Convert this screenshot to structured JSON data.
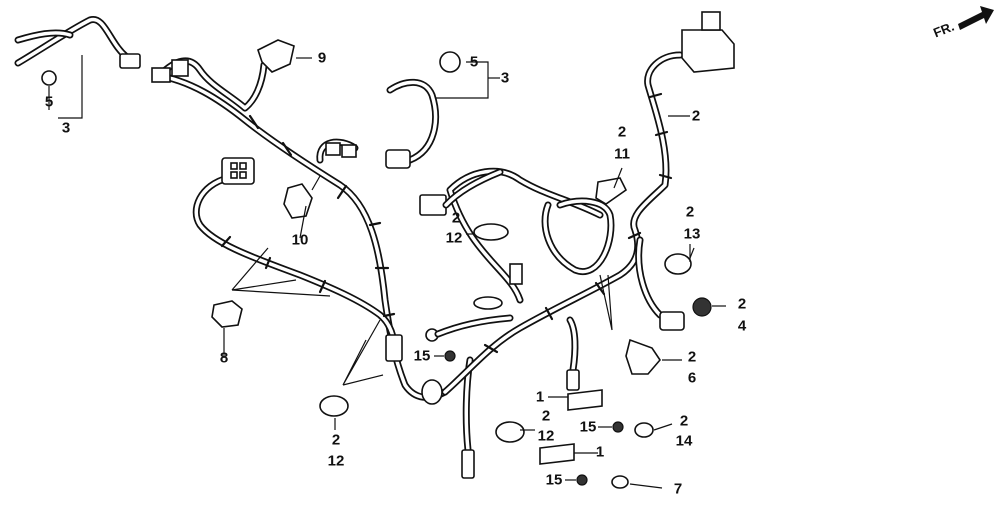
{
  "direction_label": "FR.",
  "callouts": {
    "c1": "1",
    "c1b": "1",
    "c2a": "2",
    "c2b": "2",
    "c2c": "2",
    "c2d": "2",
    "c2e": "2",
    "c2f": "2",
    "c2g": "2",
    "c2h": "2",
    "c2i": "2",
    "c3a": "3",
    "c3b": "3",
    "c4": "4",
    "c5a": "5",
    "c5b": "5",
    "c6": "6",
    "c7": "7",
    "c8": "8",
    "c9": "9",
    "c10": "10",
    "c11": "11",
    "c12a": "12",
    "c12b": "12",
    "c12c": "12",
    "c13": "13",
    "c14": "14",
    "c15a": "15",
    "c15b": "15",
    "c15c": "15"
  }
}
